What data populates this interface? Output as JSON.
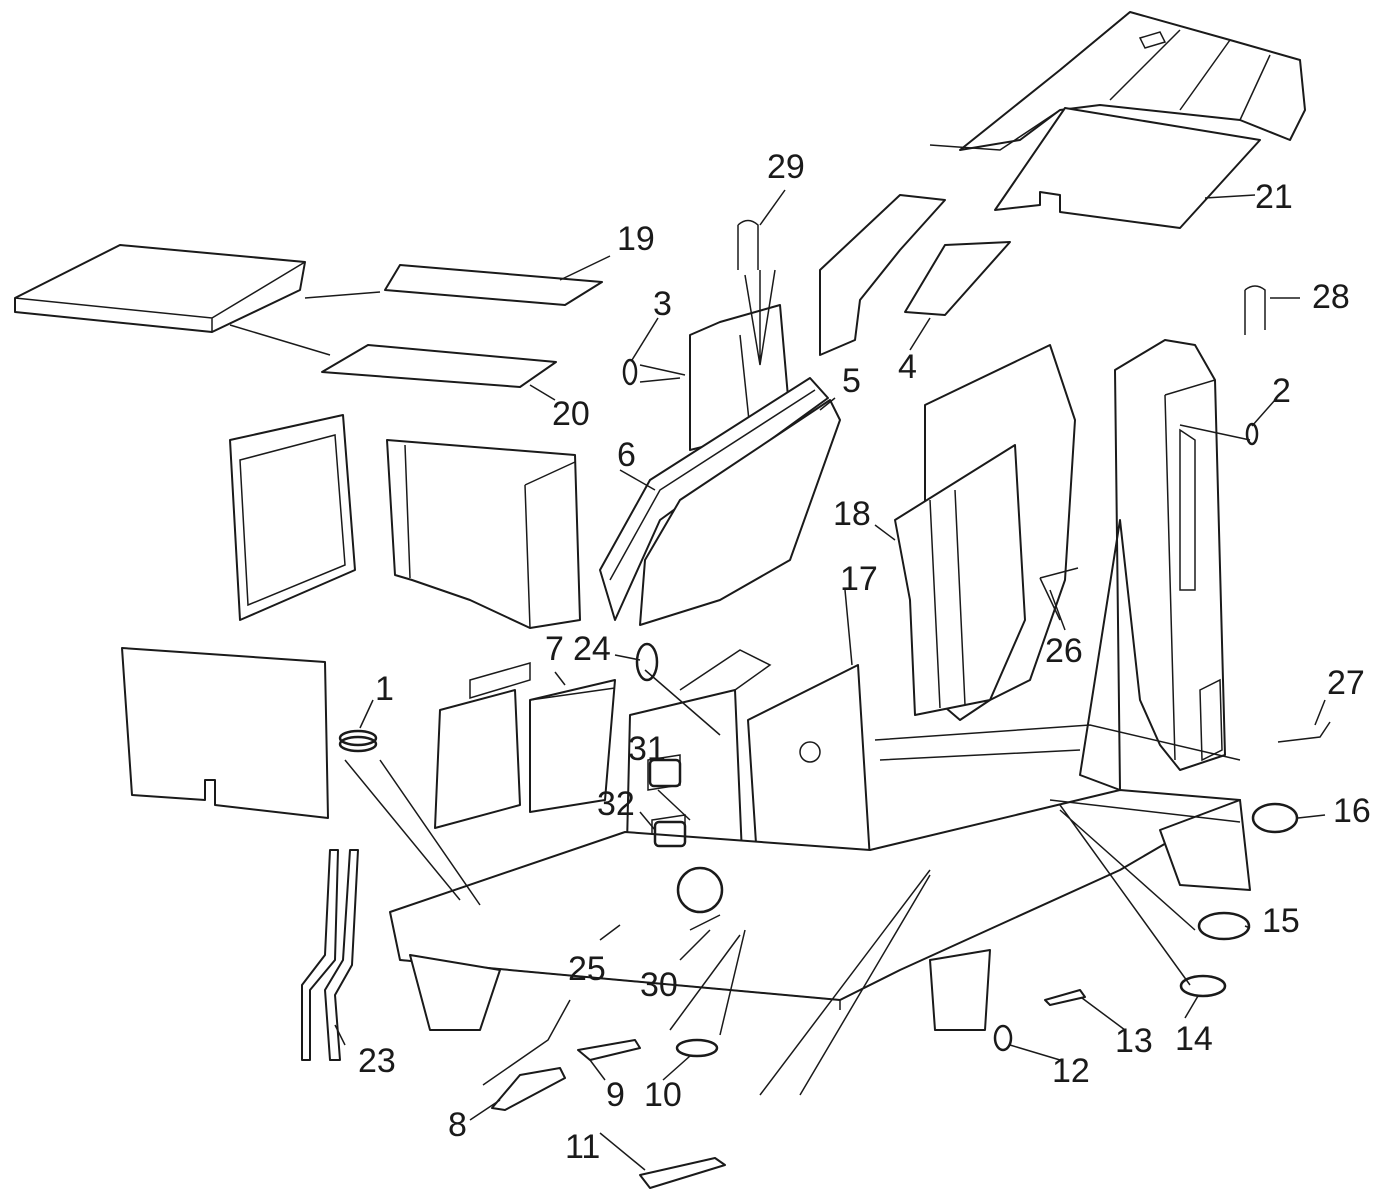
{
  "callouts": [
    {
      "id": "c1",
      "label": "1"
    },
    {
      "id": "c2",
      "label": "2"
    },
    {
      "id": "c3",
      "label": "3"
    },
    {
      "id": "c4",
      "label": "4"
    },
    {
      "id": "c5",
      "label": "5"
    },
    {
      "id": "c6",
      "label": "6"
    },
    {
      "id": "c7",
      "label": "7"
    },
    {
      "id": "c8",
      "label": "8"
    },
    {
      "id": "c9",
      "label": "9"
    },
    {
      "id": "c10",
      "label": "10"
    },
    {
      "id": "c11",
      "label": "11"
    },
    {
      "id": "c12",
      "label": "12"
    },
    {
      "id": "c13",
      "label": "13"
    },
    {
      "id": "c14",
      "label": "14"
    },
    {
      "id": "c15",
      "label": "15"
    },
    {
      "id": "c16",
      "label": "16"
    },
    {
      "id": "c17",
      "label": "17"
    },
    {
      "id": "c18",
      "label": "18"
    },
    {
      "id": "c19",
      "label": "19"
    },
    {
      "id": "c20",
      "label": "20"
    },
    {
      "id": "c21",
      "label": "21"
    },
    {
      "id": "c23",
      "label": "23"
    },
    {
      "id": "c24",
      "label": "24"
    },
    {
      "id": "c25",
      "label": "25"
    },
    {
      "id": "c26",
      "label": "26"
    },
    {
      "id": "c27",
      "label": "27"
    },
    {
      "id": "c28",
      "label": "28"
    },
    {
      "id": "c29",
      "label": "29"
    },
    {
      "id": "c30",
      "label": "30"
    },
    {
      "id": "c31",
      "label": "31"
    },
    {
      "id": "c32",
      "label": "32"
    }
  ]
}
